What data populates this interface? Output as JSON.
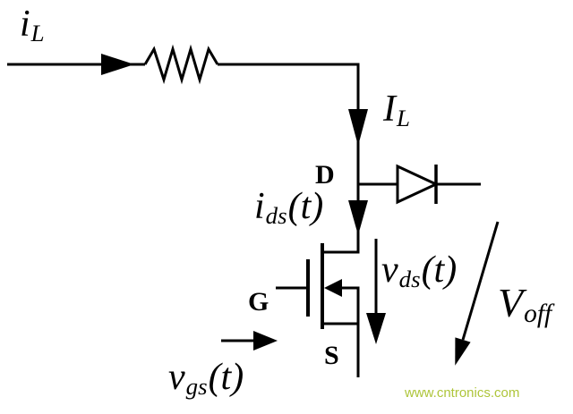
{
  "labels": {
    "iL": {
      "main": "i",
      "sub": "L"
    },
    "IL": {
      "main": "I",
      "sub": "L"
    },
    "ids": {
      "main": "i",
      "sub": "ds",
      "suffix": "(t)"
    },
    "vds": {
      "main": "v",
      "sub": "ds",
      "suffix": "(t)"
    },
    "vgs": {
      "main": "v",
      "sub": "gs",
      "suffix": "(t)"
    },
    "Voff": {
      "main": "V",
      "sub": "off"
    },
    "terminals": {
      "drain": "D",
      "gate": "G",
      "source": "S"
    }
  },
  "watermark": {
    "text": "www.cntronics.com",
    "color": "#aec53a"
  },
  "colors": {
    "wire": "#000000",
    "background": "#ffffff"
  }
}
